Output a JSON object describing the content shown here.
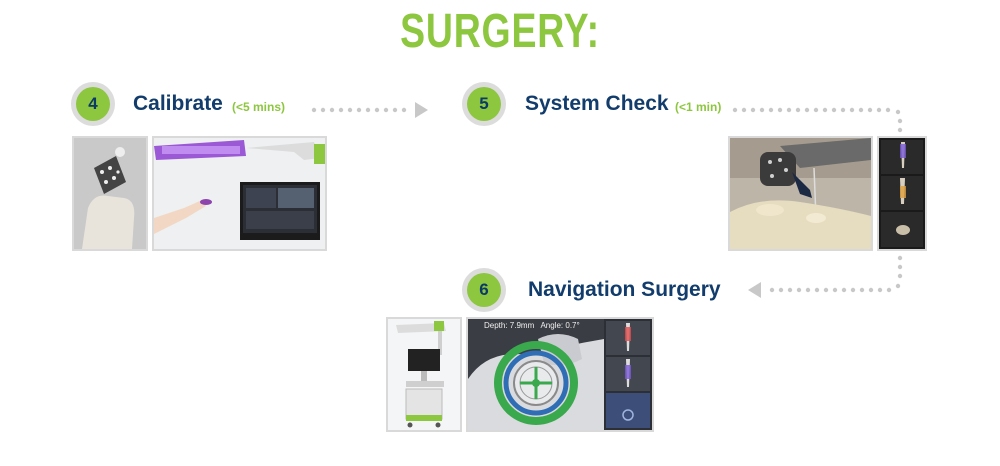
{
  "page": {
    "title": "SURGERY:",
    "accent_color": "#8dc63f",
    "label_color": "#123c6b"
  },
  "steps": [
    {
      "number": "4",
      "label": "Calibrate",
      "time": "(<5 mins)"
    },
    {
      "number": "5",
      "label": "System Check",
      "time": "(<1 min)"
    },
    {
      "number": "6",
      "label": "Navigation Surgery",
      "time": ""
    }
  ],
  "screen": {
    "readout": "Depth: 7.9mm   Angle: 0.7°"
  }
}
